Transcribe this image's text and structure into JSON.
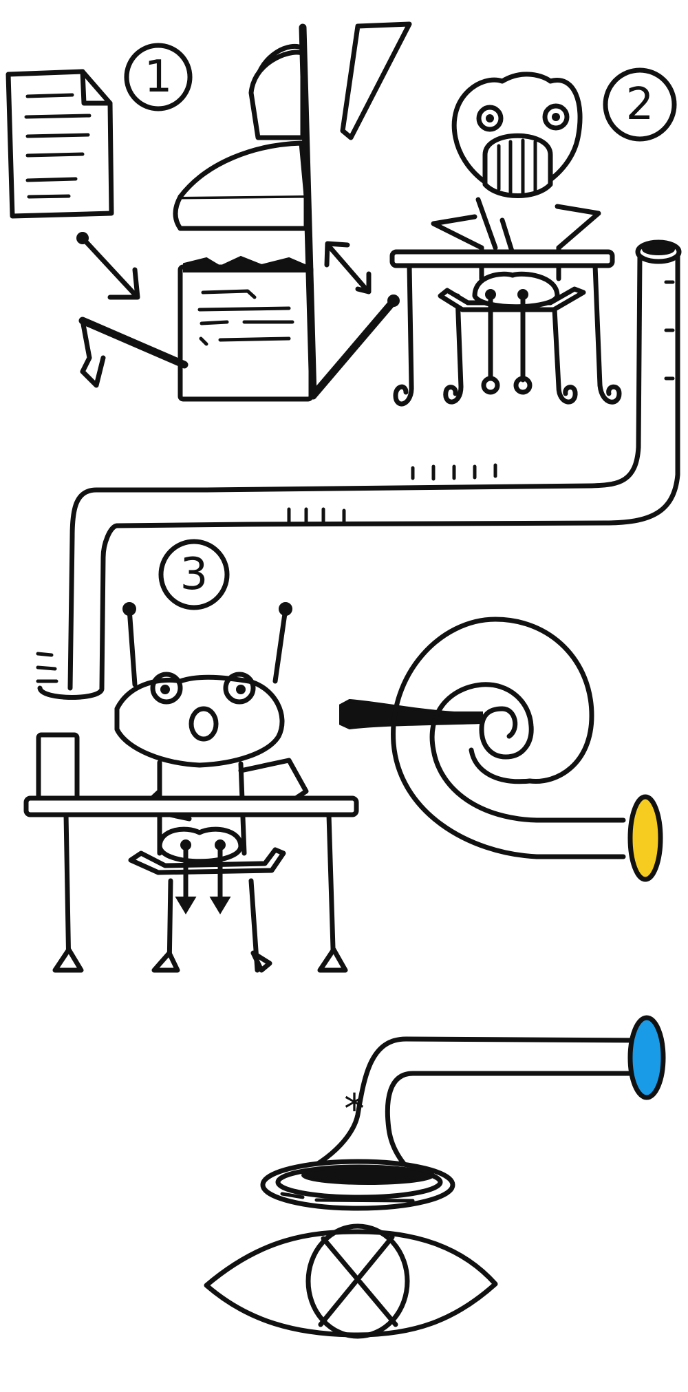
{
  "steps": [
    {
      "label": "1"
    },
    {
      "label": "2"
    },
    {
      "label": "3"
    }
  ],
  "tube_mark": "*",
  "colors": {
    "ink": "#111111",
    "paper": "#ffffff",
    "yellow_end": "#f5cc1f",
    "blue_end": "#1a9be8"
  },
  "icons": [
    "document-icon",
    "arrow-icon",
    "printer-icon",
    "double-arrow-icon",
    "frog-icon",
    "desk-icon",
    "tube-icon",
    "cup-icon",
    "spiral-icon",
    "funnel-icon",
    "eye-icon"
  ]
}
